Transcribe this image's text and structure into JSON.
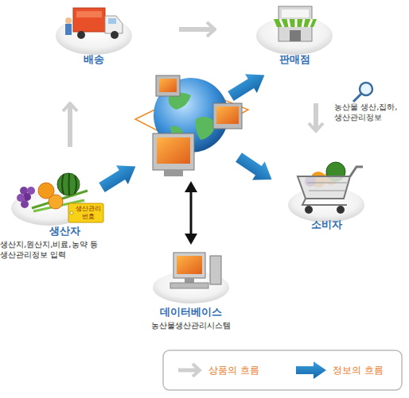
{
  "diagram": {
    "nodes": [
      {
        "text": [
          "배송"
        ]
      },
      {
        "text": [
          "판매점"
        ]
      },
      {
        "text": [
          "생산자",
          "생산지,원산지,비료,농약 등 생산관리정보 입력"
        ]
      },
      {
        "text": [
          "소비자"
        ]
      },
      {
        "text": [
          "데이터베이스",
          "농산물생산관리시스템"
        ]
      }
    ],
    "edges": [
      {
        "from": 2,
        "to": 0,
        "arrow": "to"
      },
      {
        "from": 0,
        "to": 1,
        "arrow": "to"
      },
      {
        "from": 1,
        "to": 3,
        "arrow": "to"
      }
    ],
    "labels": [
      "농산물 생산,집하, 생산관리정보",
      "생산관리 번호"
    ],
    "legend": [
      {
        "text": "상품의 흐름"
      },
      {
        "text": "정보의 흐름"
      }
    ]
  }
}
